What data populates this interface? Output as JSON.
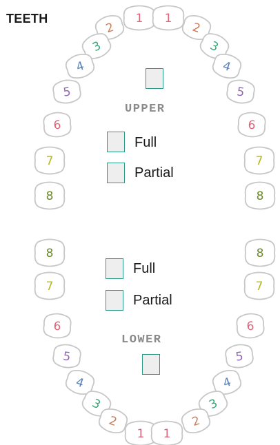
{
  "title": "TEETH",
  "upper": {
    "label": "UPPER",
    "options": [
      {
        "label": "Full"
      },
      {
        "label": "Partial"
      }
    ]
  },
  "lower": {
    "label": "LOWER",
    "options": [
      {
        "label": "Full"
      },
      {
        "label": "Partial"
      }
    ]
  },
  "colors": {
    "checkbox_border": "#2a9a86",
    "checkbox_fill": "#eeeeee",
    "tooth_outline": "#c7c7c7",
    "number_colors": {
      "1": "#e06478",
      "2": "#c9805a",
      "3": "#3aa876",
      "4": "#5a82b8",
      "5": "#9468b8",
      "6": "#e06478",
      "7": "#b2bc1a",
      "8": "#6a8a2a"
    }
  },
  "tooth_numbers": {
    "upper_left": [
      "1",
      "2",
      "3",
      "4",
      "5",
      "6",
      "7",
      "8"
    ],
    "upper_right": [
      "1",
      "2",
      "3",
      "4",
      "5",
      "6",
      "7",
      "8"
    ],
    "lower_left": [
      "8",
      "7",
      "6",
      "5",
      "4",
      "3",
      "2",
      "1"
    ],
    "lower_right": [
      "8",
      "7",
      "6",
      "5",
      "4",
      "3",
      "2",
      "1"
    ]
  }
}
